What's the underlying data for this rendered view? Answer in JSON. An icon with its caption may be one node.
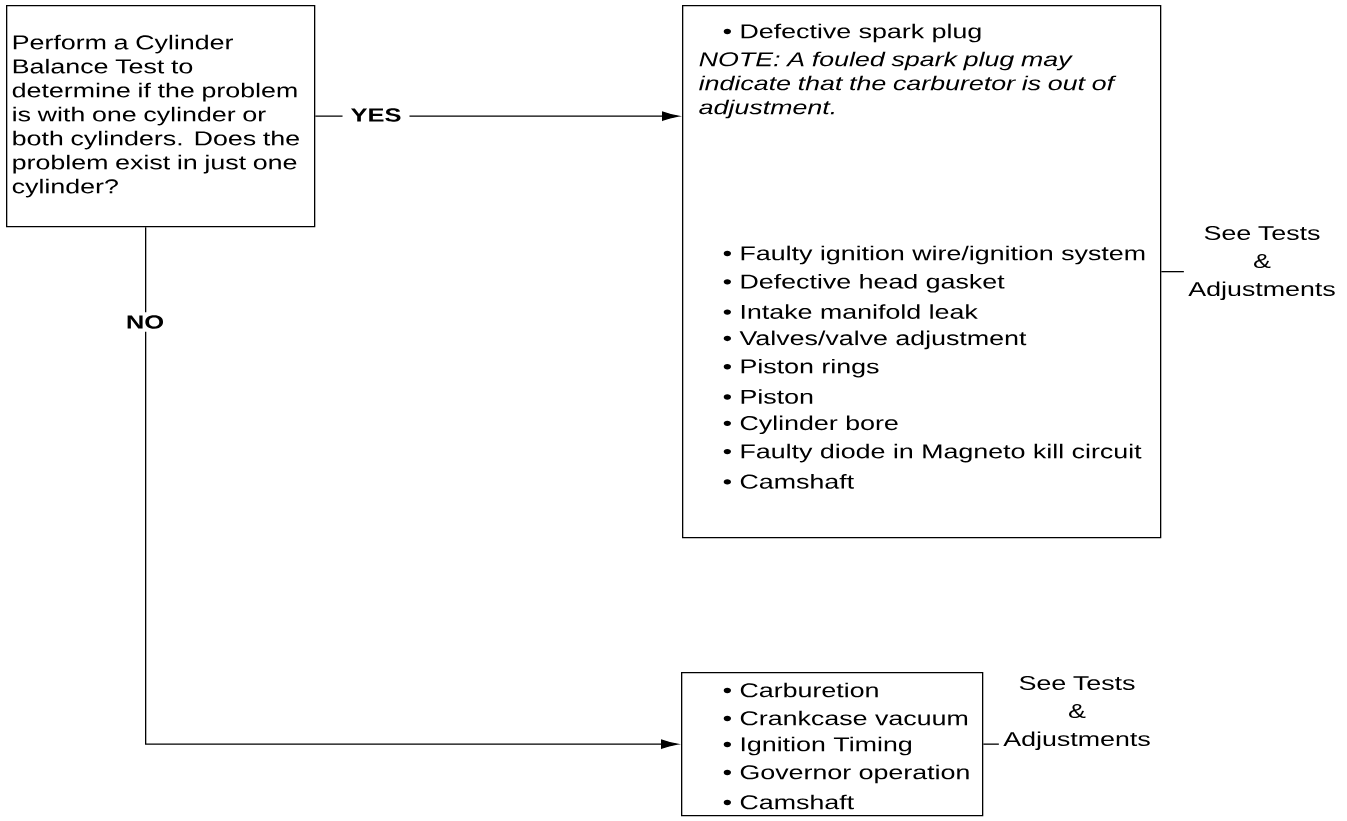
{
  "diagram": {
    "nodes": [
      {
        "text": [
          "Perform a Cylinder Balance Test to determine if the problem is with one cylinder or both cylinders. Does the problem exist in just one cylinder?"
        ]
      },
      {
        "text": [
          "• Defective spark plug",
          "NOTE: A fouled spark plug may indicate that the carburetor is out of adjustment.",
          "• Faulty ignition wire/ignition system",
          "• Defective head gasket",
          "• Intake manifold leak",
          "• Valves/valve adjustment",
          "• Piston rings",
          "• Piston",
          "• Cylinder bore",
          "• Faulty diode in Magneto kill circuit",
          "• Camshaft"
        ]
      },
      {
        "text": [
          "See Tests & Adjustments"
        ]
      },
      {
        "text": [
          "• Carburetion",
          "• Crankcase vacuum",
          "• Ignition Timing",
          "• Governor operation",
          "• Camshaft"
        ]
      },
      {
        "text": [
          "See Tests & Adjustments"
        ]
      }
    ],
    "edges": [
      {
        "from": 0,
        "to": 1,
        "arrow": "to",
        "label": "YES"
      },
      {
        "from": 0,
        "to": 3,
        "arrow": "to",
        "label": "NO"
      },
      {
        "from": 1,
        "to": 2,
        "arrow": "none"
      },
      {
        "from": 3,
        "to": 4,
        "arrow": "none"
      }
    ]
  }
}
